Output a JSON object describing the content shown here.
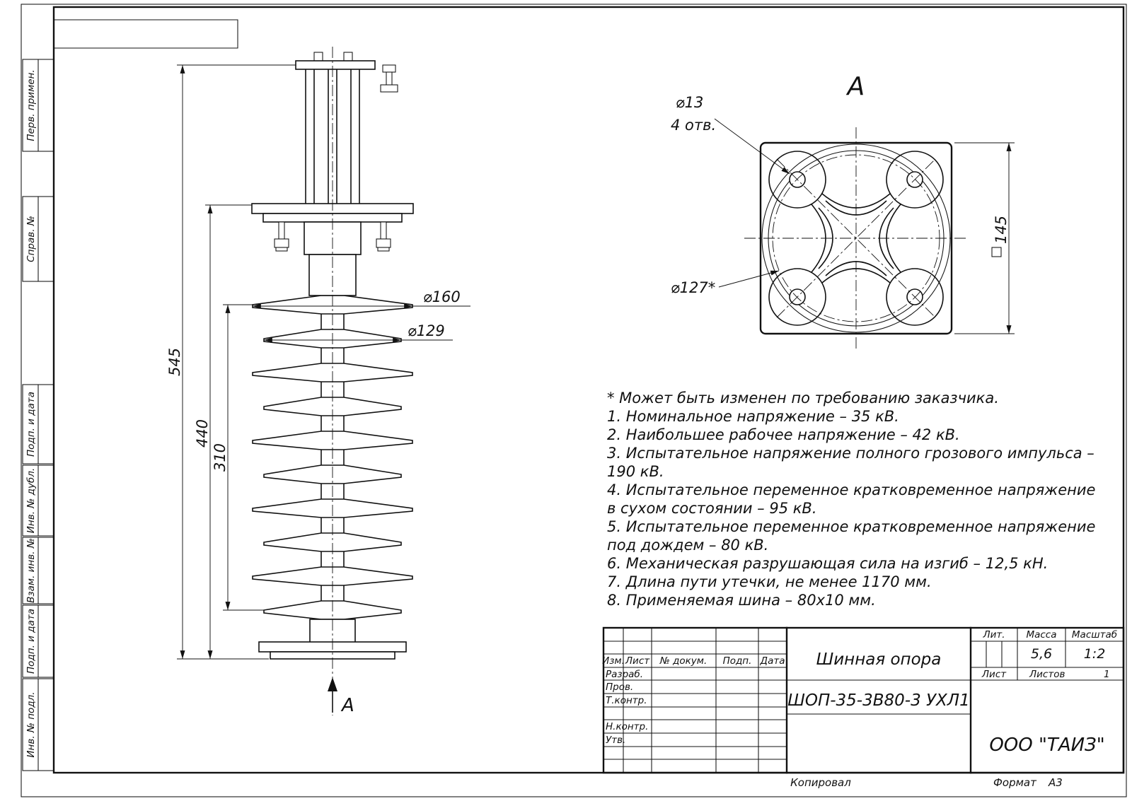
{
  "border_labels": {
    "perv_primen": "Перв. примен.",
    "sprav_no": "Справ. №",
    "podp_data_1": "Подп. и дата",
    "inv_dubl": "Инв. № дубл.",
    "vzam_inv": "Взам. инв. №",
    "podp_data_2": "Подп. и дата",
    "inv_podl": "Инв. № подл."
  },
  "front_view": {
    "dim_545": "545",
    "dim_440": "440",
    "dim_310": "310",
    "dim_d160": "⌀160",
    "dim_d129": "⌀129",
    "section_letter": "А"
  },
  "view_a": {
    "title": "А",
    "dim_d13": "⌀13",
    "dim_holes": "4 отв.",
    "dim_d127": "⌀127*",
    "dim_145": "145"
  },
  "notes": [
    "* Может быть изменен по требованию заказчика.",
    "1. Номинальное напряжение – 35 кВ.",
    "2. Наибольшее рабочее напряжение – 42 кВ.",
    "3. Испытательное напряжение полного грозового импульса –",
    "190 кВ.",
    "4. Испытательное переменное кратковременное напряжение",
    "в сухом состоянии – 95 кВ.",
    "5. Испытательное переменное кратковременное напряжение",
    "под дождем – 80 кВ.",
    "6. Механическая разрушающая сила на изгиб – 12,5 кН.",
    "7. Длина пути утечки, не менее 1170 мм.",
    "8. Применяемая шина – 80x10 мм."
  ],
  "title_block": {
    "headers": {
      "izm": "Изм.",
      "list": "Лист",
      "n_dokum": "№ докум.",
      "podp": "Подп.",
      "data": "Дата"
    },
    "rows": {
      "razrab": "Разраб.",
      "prov": "Пров.",
      "t_kontr": "Т.контр.",
      "n_kontr": "Н.контр.",
      "utv": "Утв."
    },
    "doc_name": "Шинная опора",
    "doc_code": "ШОП-35-3В80-3 УХЛ1",
    "lit_label": "Лит.",
    "massa_label": "Масса",
    "masshtab_label": "Масштаб",
    "massa_value": "5,6",
    "masshtab_value": "1:2",
    "list_label": "Лист",
    "listov_label": "Листов",
    "listov_value": "1",
    "company": "ООО \"ТАИЗ\"",
    "kopiroval": "Копировал",
    "format_label": "Формат",
    "format_value": "А3"
  }
}
